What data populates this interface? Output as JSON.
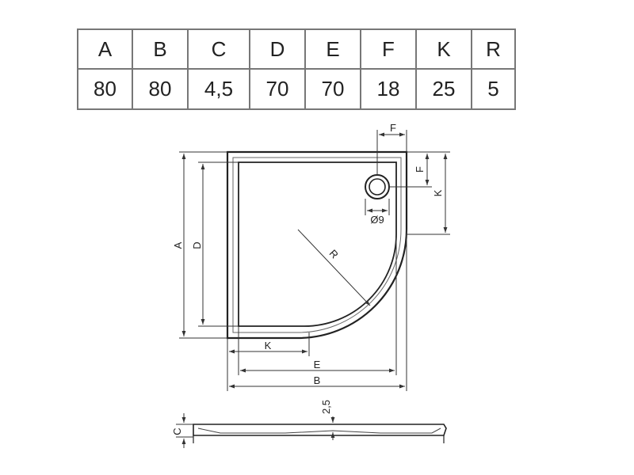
{
  "table": {
    "headers": [
      "A",
      "B",
      "C",
      "D",
      "E",
      "F",
      "K",
      "R"
    ],
    "values": [
      "80",
      "80",
      "4,5",
      "70",
      "70",
      "18",
      "25",
      "5"
    ]
  },
  "drawing": {
    "labels": {
      "A": "A",
      "B": "B",
      "C": "C",
      "D": "D",
      "E": "E",
      "F_top": "F",
      "F_side": "F",
      "K_side": "K",
      "K_bottom": "K",
      "R": "R",
      "drain": "Ø9",
      "rim": "2,5"
    }
  }
}
